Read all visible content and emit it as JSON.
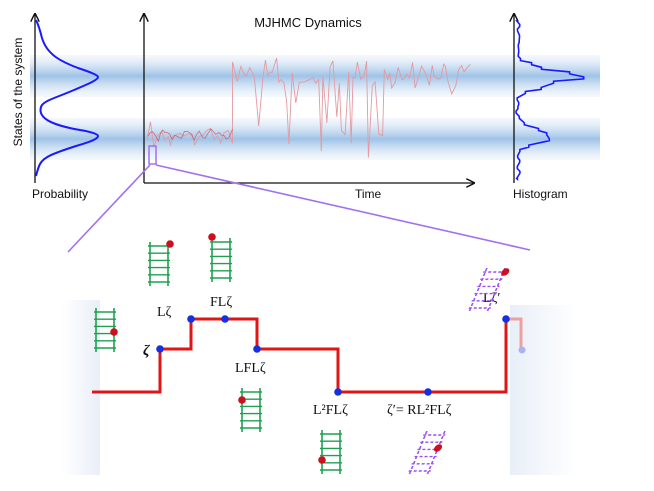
{
  "top": {
    "title": "MJHMC Dynamics",
    "y_axis_label": "States of the system",
    "probability_label": "Probability",
    "time_label": "Time",
    "histogram_label": "Histogram"
  },
  "bottom": {
    "labels": {
      "zeta": "ζ",
      "L_zeta": "Lζ",
      "FL_zeta": "FLζ",
      "LFL_zeta": "LFLζ",
      "L2FL_zeta": "L²FLζ",
      "zeta_prime_eq": "ζ′= RL²FLζ",
      "L_zeta_prime": "Lζ′"
    }
  },
  "colors": {
    "curve_blue": "#1a1aff",
    "band_blue": "#9fc3e6",
    "trace_pink": "#e49aa0",
    "path_red": "#e01515",
    "zoom_purple": "#a070f0",
    "ladder_green": "#1fa050",
    "ladder_purple": "#9a4ff0",
    "node_blue": "#1530e0",
    "ball_red": "#cc1020"
  }
}
